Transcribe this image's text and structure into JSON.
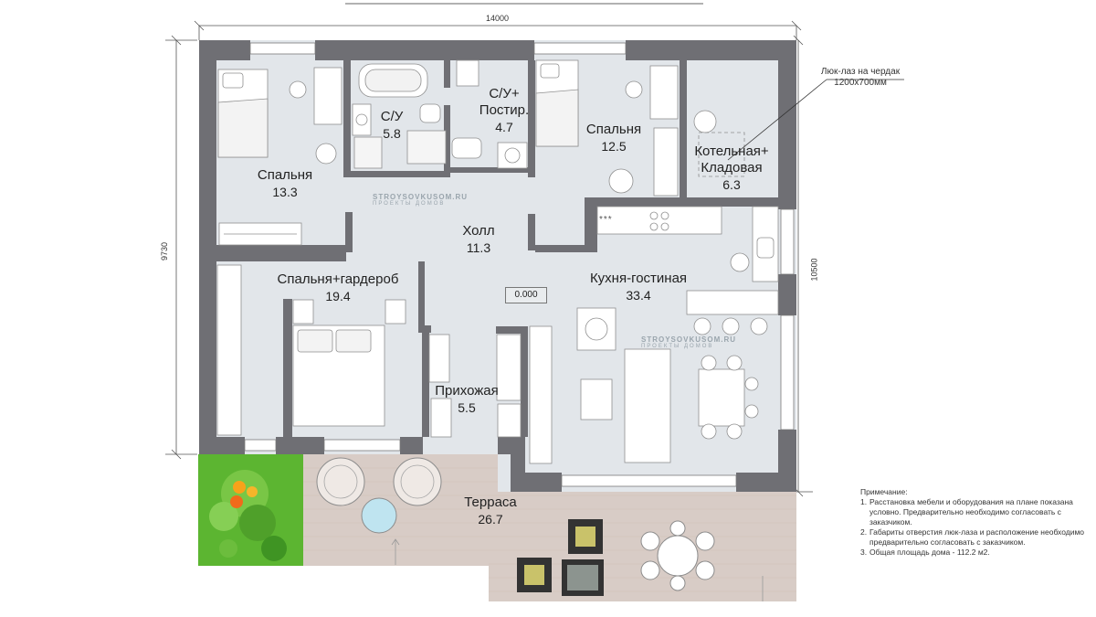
{
  "dimensions": {
    "top_width": "14000",
    "left_height": "9730",
    "right_height": "10500"
  },
  "rooms": {
    "bedroom_a": {
      "name": "Спальня",
      "area": "13.3"
    },
    "bath": {
      "name": "С/У",
      "area": "5.8"
    },
    "bath_laundry": {
      "name_line1": "С/У+",
      "name_line2": "Постир.",
      "area": "4.7"
    },
    "bedroom_b": {
      "name": "Спальня",
      "area": "12.5"
    },
    "boiler": {
      "name_line1": "Котельная+",
      "name_line2": "Кладовая",
      "area": "6.3"
    },
    "hall": {
      "name": "Холл",
      "area": "11.3"
    },
    "bedroom_wardrobe": {
      "name": "Спальня+гардероб",
      "area": "19.4"
    },
    "kitchen_living": {
      "name": "Кухня-гостиная",
      "area": "33.4"
    },
    "entry": {
      "name": "Прихожая",
      "area": "5.5"
    },
    "terrace": {
      "name": "Терраса",
      "area": "26.7"
    }
  },
  "elevation_mark": "0.000",
  "hatch_callout": {
    "line1": "Люк-лаз на чердак",
    "line2": "1200х700мм"
  },
  "watermark": {
    "brand": "STROYSOVKUSOM.RU",
    "tagline": "ПРОЕКТЫ ДОМОВ"
  },
  "stove_marks": "***",
  "notes": {
    "title": "Примечание:",
    "items": [
      {
        "num": "1.",
        "text": "Расстановка мебели и оборудования на плане показана условно. Предварительно необходимо согласовать с заказчиком."
      },
      {
        "num": "2.",
        "text": "Габариты отверстия люк-лаза и расположение необходимо предварительно согласовать с заказчиком."
      },
      {
        "num": "3.",
        "text": "Общая площадь дома - 112.2 м2."
      }
    ]
  },
  "colors": {
    "wall": "#6f6f74",
    "floor": "#e2e6ea",
    "terrace": "#d8ccc6",
    "lawn": "#5cb531",
    "furniture": "#ffffff"
  }
}
